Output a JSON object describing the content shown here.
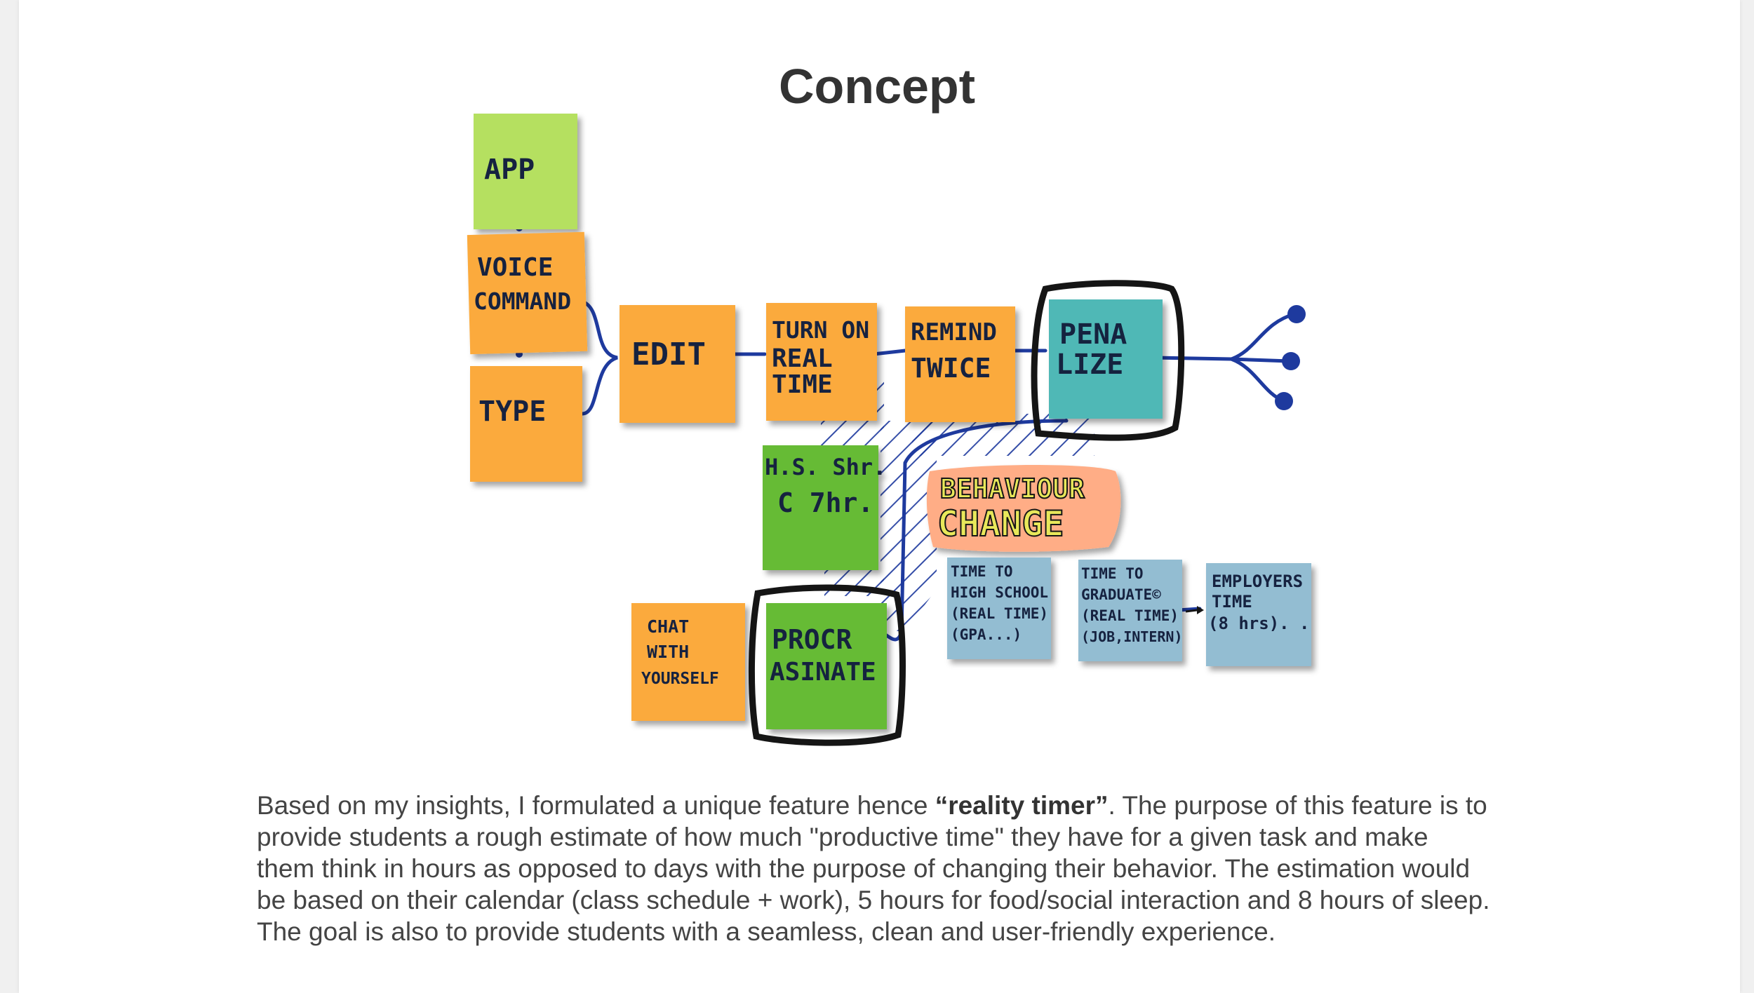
{
  "title": "Concept",
  "diagram": {
    "notes": {
      "app": [
        "APP"
      ],
      "voice_command": [
        "VOICE",
        "COMMAND"
      ],
      "type": [
        "TYPE"
      ],
      "edit": [
        "EDIT"
      ],
      "turn_on": [
        "TURN ON",
        "REAL",
        "TIME"
      ],
      "remind": [
        "REMIND",
        "TWICE"
      ],
      "penalize": [
        "PENA",
        "LIZE"
      ],
      "hs": [
        "H.S. Shr.",
        "C    7hr."
      ],
      "procrastinate": [
        "PROCR",
        "ASINATE"
      ],
      "chat": [
        "CHAT",
        "WITH",
        "YOURSELF"
      ],
      "time_hs": [
        "TIME TO",
        "HIGH SCHOOL",
        "(REAL TIME)",
        "(GPA...)"
      ],
      "time_grad": [
        "TIME TO",
        "GRADUATE©",
        "(REAL TIME)",
        "(JOB,INTERN)"
      ],
      "employers": [
        "EMPLOYERS",
        "TIME",
        "(8 hrs). ."
      ]
    },
    "behaviour_label": [
      "BEHAVIOUR",
      "CHANGE"
    ],
    "colors": {
      "lime": "#b5e061",
      "orange": "#fbaa3c",
      "teal": "#4fb8b6",
      "green": "#66bb35",
      "blue_gray": "#93bdd2",
      "salmon": "#ffad86",
      "ink_blue": "#1e3a9e",
      "ink_black": "#151515"
    }
  },
  "description": {
    "line1_before": "Based on my insights, I formulated a unique feature hence ",
    "line1_bold": "“reality timer”",
    "line1_after": ". The purpose of this feature is to",
    "line2": "provide students a rough estimate of how much \"productive time\" they have for a given task and make",
    "line3": "them think in hours as opposed to days with the purpose of changing their behavior. The estimation would",
    "line4": "be based on their calendar (class schedule + work), 5 hours for food/social interaction and 8 hours of sleep.",
    "line5": "The goal is also to provide students with a seamless, clean and user-friendly experience."
  }
}
